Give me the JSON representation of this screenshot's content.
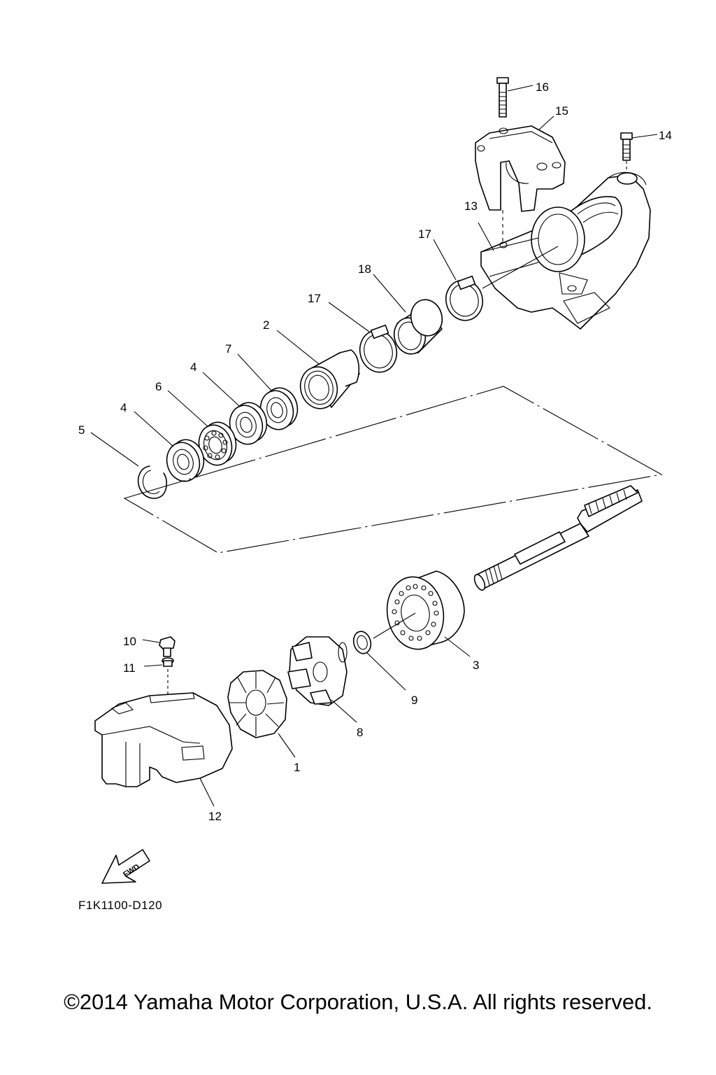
{
  "callouts": {
    "c1": "1",
    "c2": "2",
    "c3": "3",
    "c4a": "4",
    "c4b": "4",
    "c5": "5",
    "c6": "6",
    "c7": "7",
    "c8": "8",
    "c9": "9",
    "c10": "10",
    "c11": "11",
    "c12": "12",
    "c13": "13",
    "c14": "14",
    "c15": "15",
    "c16": "16",
    "c17a": "17",
    "c17b": "17",
    "c18": "18"
  },
  "direction_arrow": {
    "label": "FWD"
  },
  "drawing_code": "F1K1100-D120",
  "copyright": "©2014 Yamaha Motor Corporation, U.S.A. All rights reserved."
}
